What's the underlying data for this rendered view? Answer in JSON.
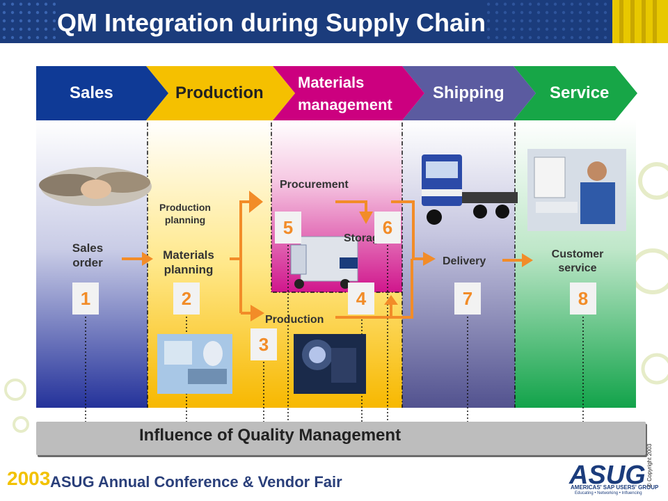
{
  "title": "QM Integration during Supply Chain",
  "stages": {
    "sales": "Sales",
    "production": "Production",
    "materials_line1": "Materials",
    "materials_line2": "management",
    "shipping": "Shipping",
    "service": "Service"
  },
  "steps": {
    "sales_order_line1": "Sales",
    "sales_order_line2": "order",
    "production_planning_line1": "Production",
    "production_planning_line2": "planning",
    "materials_planning_line1": "Materials",
    "materials_planning_line2": "planning",
    "procurement": "Procurement",
    "storage": "Storage",
    "production": "Production",
    "delivery": "Delivery",
    "customer_service_line1": "Customer",
    "customer_service_line2": "service"
  },
  "numbers": [
    "1",
    "2",
    "3",
    "4",
    "5",
    "6",
    "7",
    "8"
  ],
  "qm_bar": "Influence of Quality Management",
  "footer": {
    "year": "2003",
    "conference": "ASUG Annual Conference & Vendor Fair",
    "logo": "ASUG",
    "logo_tagline": "AMERICAS' SAP USERS' GROUP",
    "logo_sub": "Educating • Networking • Influencing",
    "copyright": "© Copyright 2003"
  },
  "colors": {
    "sales": "#0f3a96",
    "production": "#f5c000",
    "materials": "#cc007f",
    "shipping": "#5b5ba0",
    "service": "#17a647",
    "arrow": "#f28c28",
    "header": "#1b3c7c"
  }
}
